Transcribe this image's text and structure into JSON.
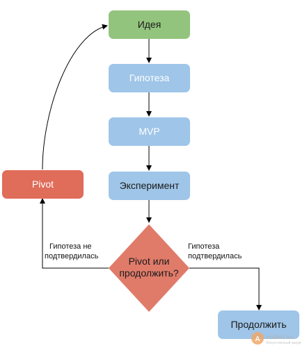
{
  "nodes": {
    "idea": "Идея",
    "hypothesis": "Гипотеза",
    "mvp": "MVP",
    "experiment": "Эксперимент",
    "decision_line1": "Pivot или",
    "decision_line2": "продолжить?",
    "pivot": "Pivot",
    "continue": "Продолжить"
  },
  "edge_labels": {
    "not_confirmed_line1": "Гипотеза не",
    "not_confirmed_line2": "подтвердилась",
    "confirmed_line1": "Гипотеза",
    "confirmed_line2": "подтвердилась"
  },
  "watermark": {
    "site": "intellect.icu",
    "tagline": "Искусственный разум"
  },
  "colors": {
    "idea_fill": "#93c47d",
    "process_fill": "#9fc5e8",
    "pivot_fill": "#e06c5a",
    "decision_fill": "#e07b6a",
    "arrow": "#000000"
  }
}
